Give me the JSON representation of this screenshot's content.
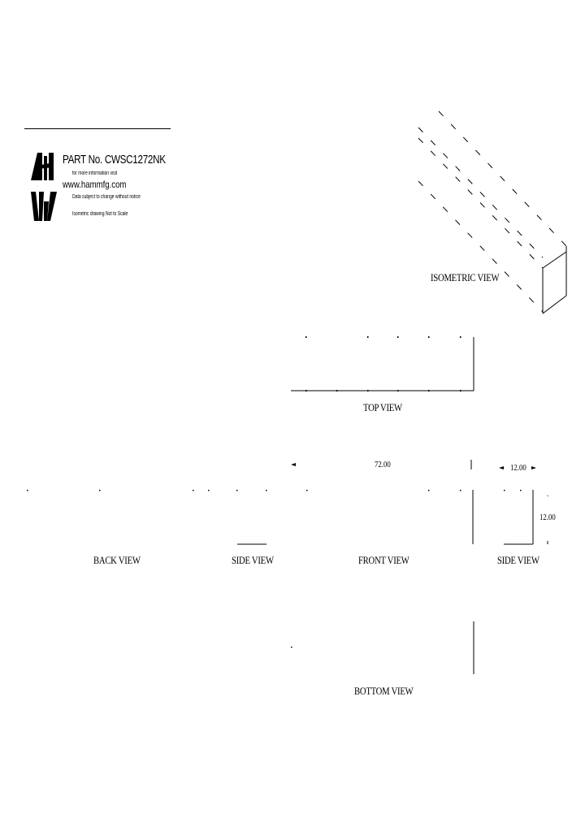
{
  "title_block": {
    "logo_name": "Hammond logo",
    "part_no": "PART No.  CWSC1272NK",
    "info_line": "for more information visit",
    "website": "www.hammfg.com",
    "notice_line": "Data subject to change without notice",
    "scale_line": "Isometric drawing Not to Scale"
  },
  "views": {
    "isometric": "ISOMETRIC VIEW",
    "top": "TOP VIEW",
    "back": "BACK VIEW",
    "side_left": "SIDE VIEW",
    "front": "FRONT VIEW",
    "side_right": "SIDE VIEW",
    "bottom": "BOTTOM VIEW"
  },
  "dimensions": {
    "length": "72.00",
    "width": "12.00",
    "height": "12.00"
  }
}
